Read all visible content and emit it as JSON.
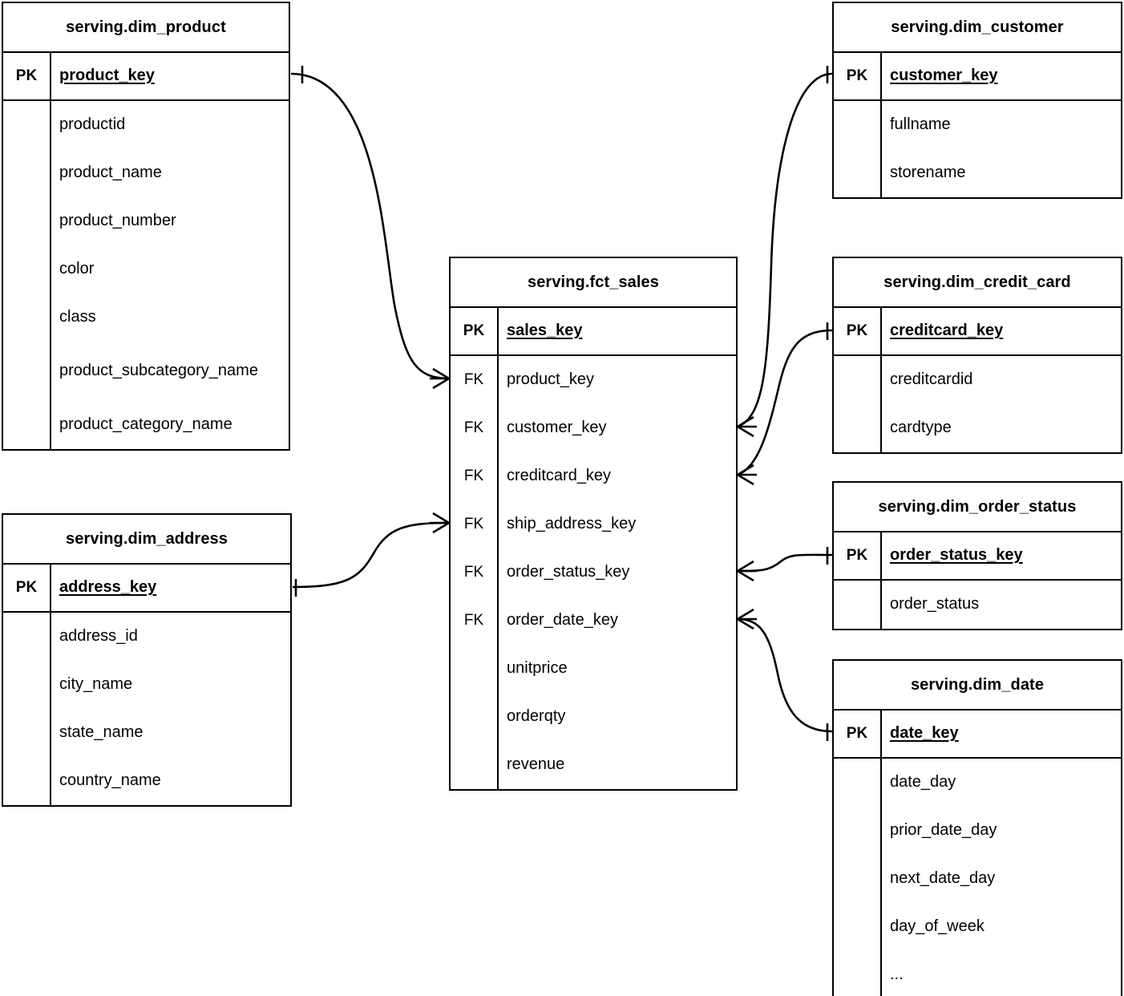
{
  "diagram": {
    "type": "entity-relationship-diagram",
    "notation": "crow's foot",
    "line_color": "#000000",
    "background_color": "#ffffff",
    "key_labels": {
      "pk": "PK",
      "fk": "FK"
    }
  },
  "entities": [
    {
      "id": "dim_product",
      "title": "serving.dim_product",
      "pk": {
        "key": "PK",
        "name": "product_key"
      },
      "attributes": [
        {
          "key": "",
          "name": "productid"
        },
        {
          "key": "",
          "name": "product_name"
        },
        {
          "key": "",
          "name": "product_number"
        },
        {
          "key": "",
          "name": "color"
        },
        {
          "key": "",
          "name": "class"
        },
        {
          "key": "",
          "name": "product_subcategory_name"
        },
        {
          "key": "",
          "name": "product_category_name"
        }
      ]
    },
    {
      "id": "dim_customer",
      "title": "serving.dim_customer",
      "pk": {
        "key": "PK",
        "name": "customer_key"
      },
      "attributes": [
        {
          "key": "",
          "name": "fullname"
        },
        {
          "key": "",
          "name": "storename"
        }
      ]
    },
    {
      "id": "fct_sales",
      "title": "serving.fct_sales",
      "pk": {
        "key": "PK",
        "name": "sales_key"
      },
      "attributes": [
        {
          "key": "FK",
          "name": "product_key"
        },
        {
          "key": "FK",
          "name": "customer_key"
        },
        {
          "key": "FK",
          "name": "creditcard_key"
        },
        {
          "key": "FK",
          "name": "ship_address_key"
        },
        {
          "key": "FK",
          "name": "order_status_key"
        },
        {
          "key": "FK",
          "name": "order_date_key"
        },
        {
          "key": "",
          "name": "unitprice"
        },
        {
          "key": "",
          "name": "orderqty"
        },
        {
          "key": "",
          "name": "revenue"
        }
      ]
    },
    {
      "id": "dim_credit_card",
      "title": "serving.dim_credit_card",
      "pk": {
        "key": "PK",
        "name": "creditcard_key"
      },
      "attributes": [
        {
          "key": "",
          "name": "creditcardid"
        },
        {
          "key": "",
          "name": "cardtype"
        }
      ]
    },
    {
      "id": "dim_order_status",
      "title": "serving.dim_order_status",
      "pk": {
        "key": "PK",
        "name": "order_status_key"
      },
      "attributes": [
        {
          "key": "",
          "name": "order_status"
        }
      ]
    },
    {
      "id": "dim_address",
      "title": "serving.dim_address",
      "pk": {
        "key": "PK",
        "name": "address_key"
      },
      "attributes": [
        {
          "key": "",
          "name": "address_id"
        },
        {
          "key": "",
          "name": "city_name"
        },
        {
          "key": "",
          "name": "state_name"
        },
        {
          "key": "",
          "name": "country_name"
        }
      ]
    },
    {
      "id": "dim_date",
      "title": "serving.dim_date",
      "pk": {
        "key": "PK",
        "name": "date_key"
      },
      "attributes": [
        {
          "key": "",
          "name": "date_day"
        },
        {
          "key": "",
          "name": "prior_date_day"
        },
        {
          "key": "",
          "name": "next_date_day"
        },
        {
          "key": "",
          "name": "day_of_week"
        },
        {
          "key": "",
          "name": "..."
        }
      ]
    }
  ],
  "relationships": [
    {
      "id": "rel-product",
      "from": "dim_product.product_key",
      "to": "fct_sales.product_key",
      "from_cardinality": "one",
      "to_cardinality": "many"
    },
    {
      "id": "rel-address",
      "from": "dim_address.address_key",
      "to": "fct_sales.ship_address_key",
      "from_cardinality": "one",
      "to_cardinality": "many"
    },
    {
      "id": "rel-customer",
      "from": "dim_customer.customer_key",
      "to": "fct_sales.customer_key",
      "from_cardinality": "one",
      "to_cardinality": "many"
    },
    {
      "id": "rel-creditcard",
      "from": "dim_credit_card.creditcard_key",
      "to": "fct_sales.creditcard_key",
      "from_cardinality": "one",
      "to_cardinality": "many"
    },
    {
      "id": "rel-order-status",
      "from": "dim_order_status.order_status_key",
      "to": "fct_sales.order_status_key",
      "from_cardinality": "one",
      "to_cardinality": "many"
    },
    {
      "id": "rel-date",
      "from": "dim_date.date_key",
      "to": "fct_sales.order_date_key",
      "from_cardinality": "one",
      "to_cardinality": "many"
    }
  ]
}
